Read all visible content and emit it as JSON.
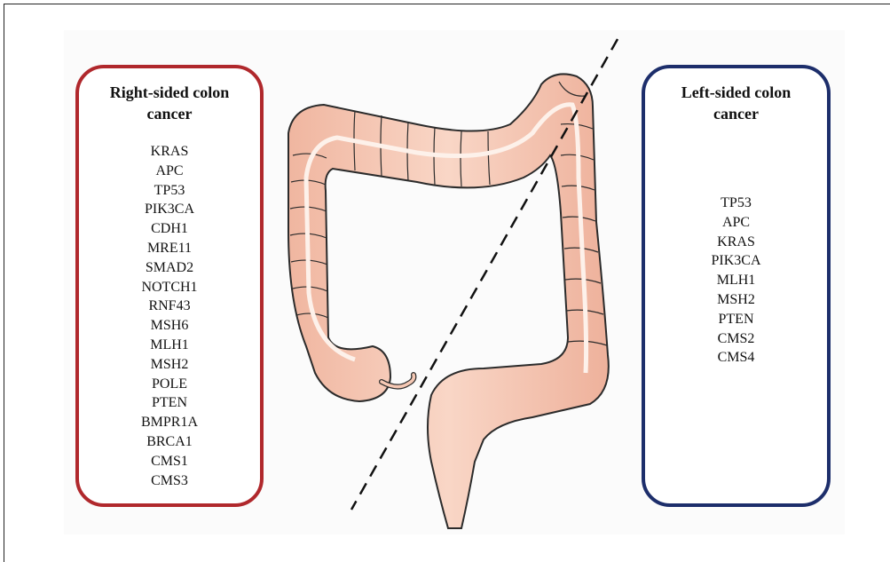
{
  "right_box": {
    "title": "Right-sided colon cancer",
    "genes": [
      "KRAS",
      "APC",
      "TP53",
      "PIK3CA",
      "CDH1",
      "MRE11",
      "SMAD2",
      "NOTCH1",
      "RNF43",
      "MSH6",
      "MLH1",
      "MSH2",
      "POLE",
      "PTEN",
      "BMPR1A",
      "BRCA1",
      "CMS1",
      "CMS3"
    ],
    "border_color": "#b0282c"
  },
  "left_box": {
    "title": "Left-sided colon cancer",
    "genes": [
      "TP53",
      "APC",
      "KRAS",
      "PIK3CA",
      "MLH1",
      "MSH2",
      "PTEN",
      "CMS2",
      "CMS4"
    ],
    "border_color": "#1d2e6b"
  },
  "colon": {
    "fill_color": "#f5c8b4",
    "outline_color": "#2b2b2b",
    "icon": "colon-illustration"
  },
  "divider": {
    "style": "dashed"
  }
}
